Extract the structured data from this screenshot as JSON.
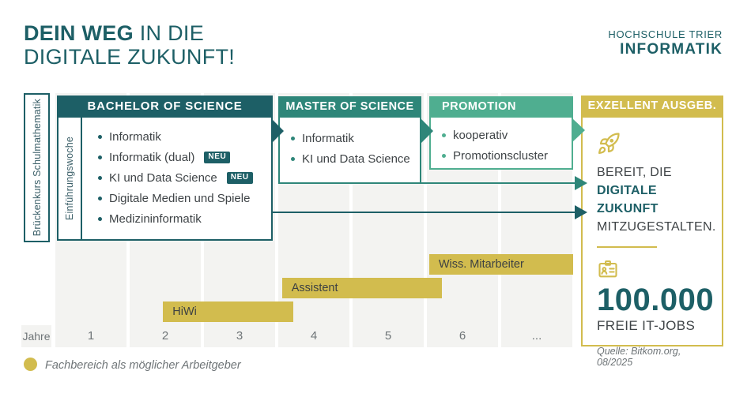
{
  "header": {
    "title_bold": "DEIN WEG",
    "title_rest": "IN DIE",
    "title_line2": "DIGITALE ZUKUNFT!",
    "brand_line1": "HOCHSCHULE TRIER",
    "brand_line2": "INFORMATIK"
  },
  "prep": {
    "bridge_course": "Brückenkurs Schulmathematik",
    "intro_week": "Einführungswoche"
  },
  "stages": {
    "bachelor": {
      "title": "BACHELOR OF SCIENCE",
      "items": [
        {
          "label": "Informatik",
          "badge": ""
        },
        {
          "label": "Informatik (dual)",
          "badge": "NEU"
        },
        {
          "label": "KI und Data Science",
          "badge": "NEU"
        },
        {
          "label": "Digitale Medien und Spiele",
          "badge": ""
        },
        {
          "label": "Medizininformatik",
          "badge": ""
        }
      ]
    },
    "master": {
      "title": "MASTER OF SCIENCE",
      "items": [
        {
          "label": "Informatik"
        },
        {
          "label": "KI und Data Science"
        }
      ]
    },
    "promotion": {
      "title": "PROMOTION",
      "items": [
        {
          "label": "kooperativ"
        },
        {
          "label": "Promotionscluster"
        }
      ]
    },
    "outcome": {
      "title": "EXZELLENT AUSGEB.",
      "message_line1": "BEREIT, DIE",
      "message_line2": "DIGITALE ZUKUNFT",
      "message_line3": "MITZUGESTALTEN.",
      "stat_value": "100.000",
      "stat_label": "FREIE IT-JOBS",
      "source": "Quelle: Bitkom.org, 08/2025"
    }
  },
  "timeline": {
    "axis_label": "Jahre",
    "years": [
      "1",
      "2",
      "3",
      "4",
      "5",
      "6",
      "..."
    ],
    "bars": [
      {
        "label": "Wiss. Mitarbeiter",
        "year_start": 6.03,
        "year_end": 7.97,
        "row": 0
      },
      {
        "label": "Assistent",
        "year_start": 4.05,
        "year_end": 6.2,
        "row": 1
      },
      {
        "label": "HiWi",
        "year_start": 2.45,
        "year_end": 4.2,
        "row": 2
      }
    ]
  },
  "legend": {
    "label": "Fachbereich als möglicher Arbeitgeber"
  },
  "colors": {
    "dark_teal": "#1d5f66",
    "master_green": "#2e8679",
    "promotion_green": "#4fae90",
    "gold": "#d2bc4e",
    "text_dark": "#3f4447",
    "text_gray": "#6e7477",
    "column_gray": "#f3f3f1"
  }
}
